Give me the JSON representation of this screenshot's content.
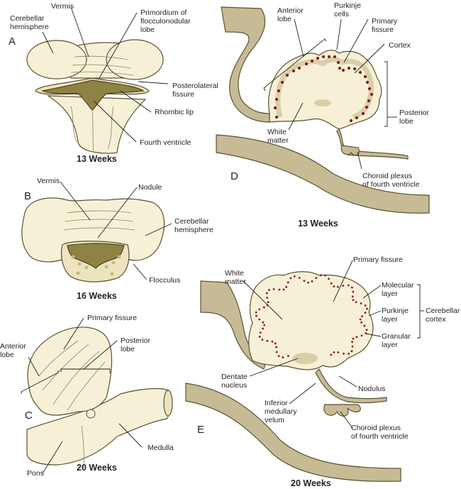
{
  "figure": {
    "panels": [
      {
        "id": "A",
        "caption": "13 Weeks",
        "labels": {
          "cerebellar_hemisphere": "Cerebellar\nhemisphere",
          "vermis": "Vermis",
          "primordium": "Primordium of\nflocculonodular\nlobe",
          "posterolateral_fissure": "Posterolateral\nfissure",
          "rhombic_lip": "Rhombic lip",
          "fourth_ventricle": "Fourth ventricle"
        }
      },
      {
        "id": "B",
        "caption": "16 Weeks",
        "labels": {
          "vermis": "Vermis",
          "nodule": "Nodule",
          "cerebellar_hemisphere": "Cerebellar\nhemisphere",
          "flocculus": "Flocculus"
        }
      },
      {
        "id": "C",
        "caption": "20 Weeks",
        "labels": {
          "primary_fissure": "Primary fissure",
          "anterior_lobe": "Anterior\nlobe",
          "posterior_lobe": "Posterior\nlobe",
          "medulla": "Medulla",
          "pons": "Pons"
        }
      },
      {
        "id": "D",
        "caption": "13 Weeks",
        "labels": {
          "anterior_lobe": "Anterior\nlobe",
          "purkinje_cells": "Purkinje\ncells",
          "primary_fissure": "Primary\nfissure",
          "cortex": "Cortex",
          "posterior_lobe": "Posterior\nlobe",
          "white_matter": "White\nmatter",
          "choroid_plexus": "Choroid plexus\nof fourth ventricle"
        }
      },
      {
        "id": "E",
        "caption": "20 Weeks",
        "labels": {
          "primary_fissure": "Primary fissure",
          "white_matter": "White\nmatter",
          "molecular_layer": "Molecular\nlayer",
          "purkinje_layer": "Purkinje\nlayer",
          "granular_layer": "Granular\nlayer",
          "cerebellar_cortex": "Cerebellar\ncortex",
          "dentate_nucleus": "Dentate\nnucleus",
          "nodulus": "Nodulus",
          "inferior_medullary_velum": "Inferior\nmedullary\nvelum",
          "choroid_plexus": "Choroid plexus\nof fourth ventricle"
        }
      }
    ],
    "colors": {
      "tissue": "#f6f0d6",
      "wall": "#c6bb95",
      "cavity": "#8f8344",
      "purkinje_dots": "#8b1a1a",
      "outline": "#5a5230"
    }
  }
}
